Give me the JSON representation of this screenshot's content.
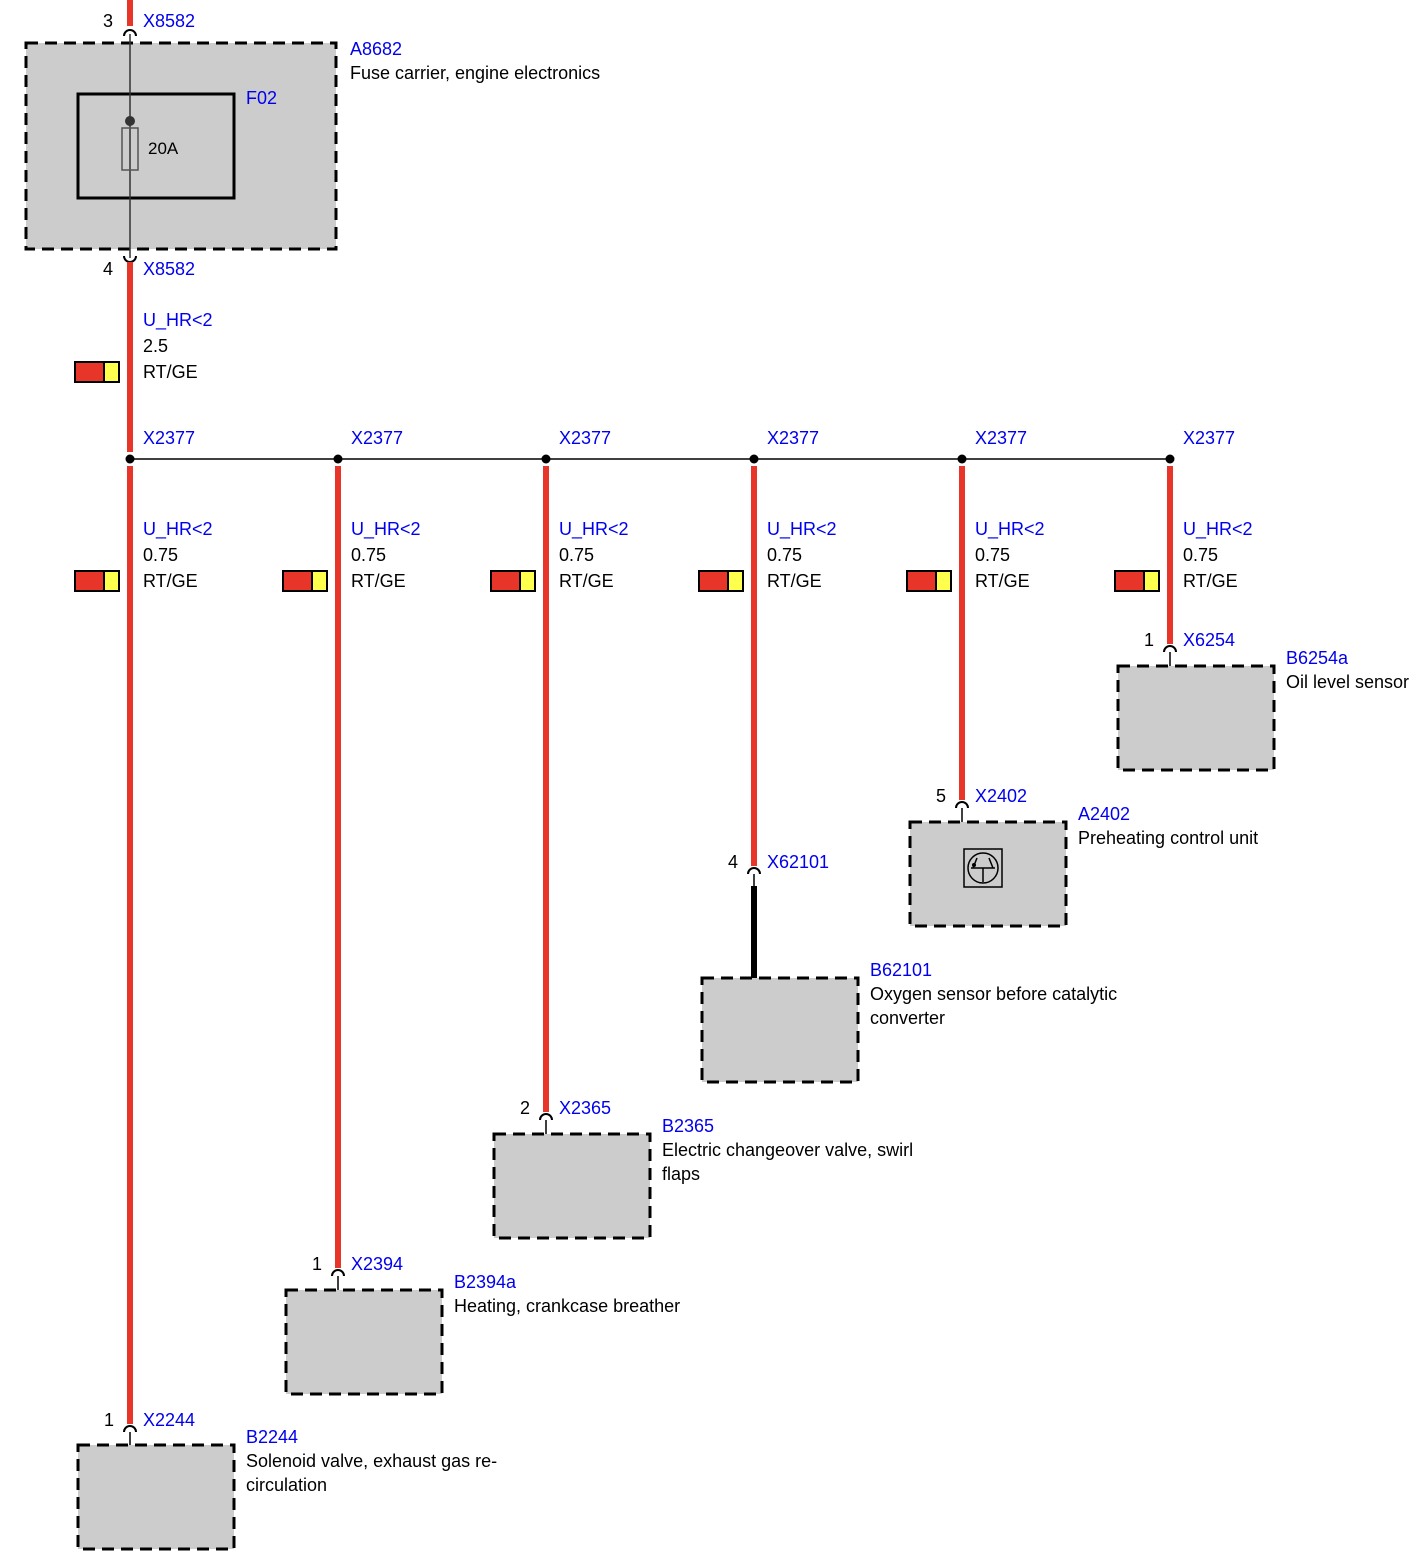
{
  "colors": {
    "wire_red": "#e8352a",
    "wire_yellow": "#ffff4d",
    "component_fill": "#cccccc",
    "label_blue": "#0000ee"
  },
  "fuse_carrier": {
    "id": "A8682",
    "name": "Fuse carrier, engine electronics",
    "fuse_id": "F02",
    "fuse_rating": "20A",
    "pin_in": "3",
    "pin_out": "4",
    "connector_in": "X8582",
    "connector_out": "X8582"
  },
  "main_wire": {
    "signal": "U_HR<2",
    "gauge": "2.5",
    "color_code": "RT/GE"
  },
  "splice_label": "X2377",
  "branches": [
    {
      "signal": "U_HR<2",
      "gauge": "0.75",
      "color_code": "RT/GE",
      "splice": "X2377",
      "pin": "1",
      "connector": "X2244",
      "component_id": "B2244",
      "component_name": "Solenoid valve, exhaust gas re-circulation"
    },
    {
      "signal": "U_HR<2",
      "gauge": "0.75",
      "color_code": "RT/GE",
      "splice": "X2377",
      "pin": "1",
      "connector": "X2394",
      "component_id": "B2394a",
      "component_name": "Heating, crankcase breather"
    },
    {
      "signal": "U_HR<2",
      "gauge": "0.75",
      "color_code": "RT/GE",
      "splice": "X2377",
      "pin": "2",
      "connector": "X2365",
      "component_id": "B2365",
      "component_name": "Electric changeover valve, swirl flaps"
    },
    {
      "signal": "U_HR<2",
      "gauge": "0.75",
      "color_code": "RT/GE",
      "splice": "X2377",
      "pin": "4",
      "connector": "X62101",
      "component_id": "B62101",
      "component_name": "Oxygen sensor before catalytic converter"
    },
    {
      "signal": "U_HR<2",
      "gauge": "0.75",
      "color_code": "RT/GE",
      "splice": "X2377",
      "pin": "5",
      "connector": "X2402",
      "component_id": "A2402",
      "component_name": "Preheating control unit"
    },
    {
      "signal": "U_HR<2",
      "gauge": "0.75",
      "color_code": "RT/GE",
      "splice": "X2377",
      "pin": "1",
      "connector": "X6254",
      "component_id": "B6254a",
      "component_name": "Oil level sensor"
    }
  ]
}
